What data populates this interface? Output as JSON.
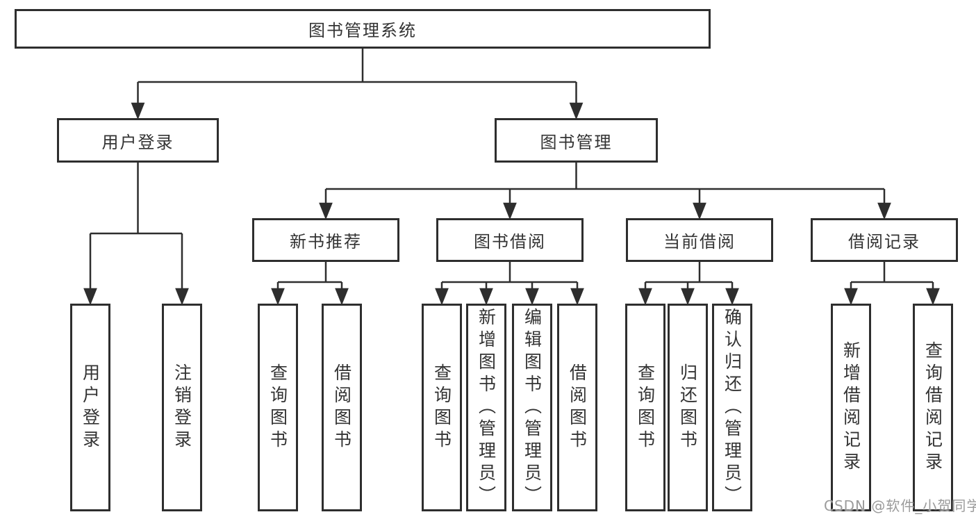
{
  "colors": {
    "line": "#2e2e2e",
    "box_border": "#2e2e2e",
    "text": "#333333",
    "watermark": "#9b9b9b",
    "background": "#ffffff"
  },
  "tree": {
    "root": "图书管理系统",
    "branches": [
      {
        "label": "用户登录",
        "children": [
          "用户登录",
          "注销登录"
        ]
      },
      {
        "label": "图书管理",
        "groups": [
          {
            "label": "新书推荐",
            "children": [
              "查询图书",
              "借阅图书"
            ]
          },
          {
            "label": "图书借阅",
            "children": [
              "查询图书",
              "新增图书（管理员）",
              "编辑图书（管理员）",
              "借阅图书"
            ]
          },
          {
            "label": "当前借阅",
            "children": [
              "查询图书",
              "归还图书",
              "确认归还（管理员）"
            ]
          },
          {
            "label": "借阅记录",
            "children": [
              "新增借阅记录",
              "查询借阅记录"
            ]
          }
        ]
      }
    ]
  },
  "watermark": {
    "text": "CSDN @软件_小贺同学"
  }
}
